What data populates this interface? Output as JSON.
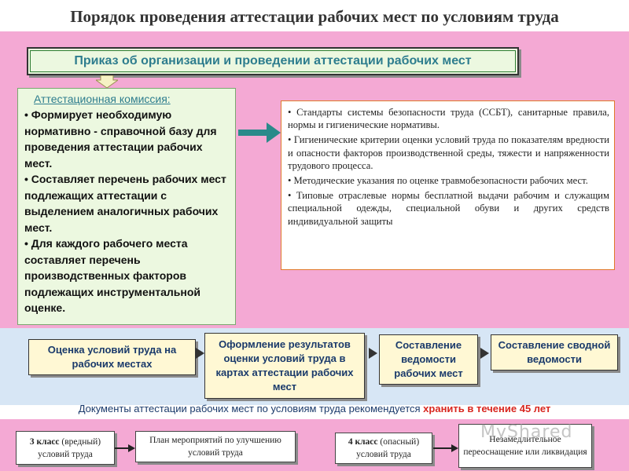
{
  "title": "Порядок проведения аттестации рабочих мест по условиям труда",
  "order": "Приказ об организации и проведении аттестации рабочих мест",
  "commission": {
    "heading": "Аттестационная комиссия:",
    "items": [
      "• Формирует необходимую нормативно - справочной базу для проведения аттестации рабочих мест.",
      "• Составляет перечень рабочих мест подлежащих аттестации с выделением аналогичных рабочих мест.",
      "• Для каждого рабочего места составляет перечень производственных факторов подлежащих инструментальной оценке."
    ]
  },
  "standards": [
    "• Стандарты системы безопасности труда (ССБТ), санитарные правила, нормы и гигиенические нормативы.",
    "• Гигиенические критерии оценки условий труда по показателям вредности и опасности факторов производственной среды, тяжести и напряженности трудового процесса.",
    "• Методические указания по оценке травмобезопасности рабочих мест.",
    "• Типовые отраслевые нормы бесплатной выдачи рабочим и служащим специальной одежды, специальной обуви и других средств индивидуальной защиты"
  ],
  "process": [
    "Оценка условий труда на рабочих местах",
    "Оформление результатов оценки условий труда в картах аттестации рабочих мест",
    "Составление ведомости рабочих мест",
    "Составление сводной ведомости"
  ],
  "storage": {
    "text": "Документы аттестации рабочих мест по условиям труда рекомендуется",
    "highlight": "хранить в течение 45 лет"
  },
  "bottom": {
    "class3_bold": "3 класс",
    "class3_rest": " (вредный) условий труда",
    "plan": "План мероприятий по улучшению условий труда",
    "class4_bold": "4 класс",
    "class4_rest": " (опасный) условий труда",
    "result": "Незамедлительное переоснащение или ликвидация"
  },
  "watermark": "MyShared",
  "colors": {
    "pink_band": "#f4a9d4",
    "blue_band": "#d7e6f5",
    "arrow_teal": "#2a8a8a",
    "highlight_red": "#d8261f"
  }
}
